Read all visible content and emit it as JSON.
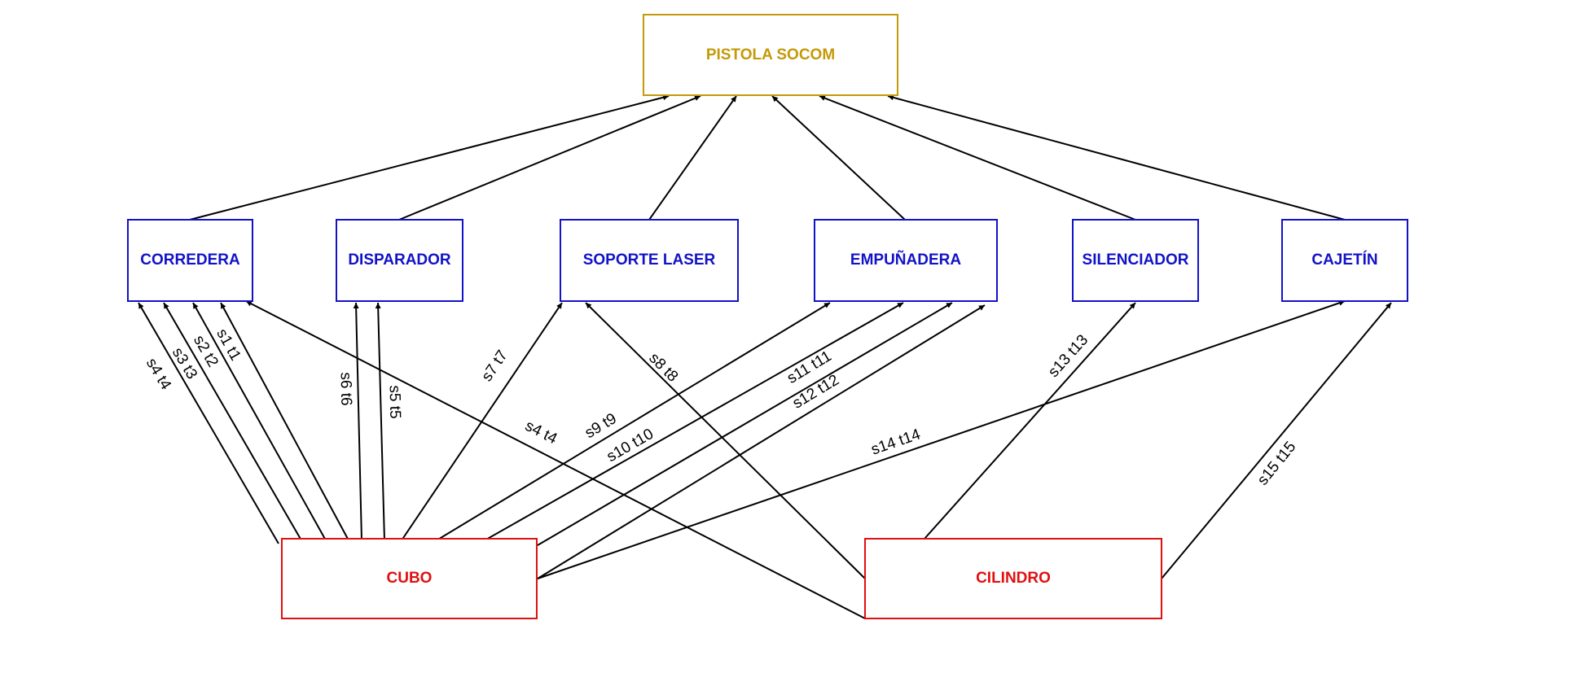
{
  "colors": {
    "root": "#c49a08",
    "part": "#1212c8",
    "primitive": "#e01010",
    "edge": "#000000"
  },
  "nodes": {
    "root": {
      "label": "PISTOLA SOCOM"
    },
    "corredera": {
      "label": "CORREDERA"
    },
    "disparador": {
      "label": "DISPARADOR"
    },
    "soporte_laser": {
      "label": "SOPORTE LASER"
    },
    "empunadera": {
      "label": "EMPUÑADERA"
    },
    "silenciador": {
      "label": "SILENCIADOR"
    },
    "cajetin": {
      "label": "CAJETÍN"
    },
    "cubo": {
      "label": "CUBO"
    },
    "cilindro": {
      "label": "CILINDRO"
    }
  },
  "edges": [
    {
      "from": "CORREDERA",
      "to": "PISTOLA SOCOM"
    },
    {
      "from": "DISPARADOR",
      "to": "PISTOLA SOCOM"
    },
    {
      "from": "SOPORTE LASER",
      "to": "PISTOLA SOCOM"
    },
    {
      "from": "EMPUÑADERA",
      "to": "PISTOLA SOCOM"
    },
    {
      "from": "SILENCIADOR",
      "to": "PISTOLA SOCOM"
    },
    {
      "from": "CAJETÍN",
      "to": "PISTOLA SOCOM"
    },
    {
      "from": "CUBO",
      "to": "CORREDERA",
      "label": "s4 t4"
    },
    {
      "from": "CUBO",
      "to": "CORREDERA",
      "label": "s3 t3"
    },
    {
      "from": "CUBO",
      "to": "CORREDERA",
      "label": "s2 t2"
    },
    {
      "from": "CUBO",
      "to": "CORREDERA",
      "label": "s1 t1"
    },
    {
      "from": "CUBO",
      "to": "DISPARADOR",
      "label": "s6 t6"
    },
    {
      "from": "CUBO",
      "to": "DISPARADOR",
      "label": "s5 t5"
    },
    {
      "from": "CUBO",
      "to": "SOPORTE LASER",
      "label": "s7 t7"
    },
    {
      "from": "CUBO",
      "to": "EMPUÑADERA",
      "label": "s9 t9"
    },
    {
      "from": "CUBO",
      "to": "EMPUÑADERA",
      "label": "s10 t10"
    },
    {
      "from": "CUBO",
      "to": "EMPUÑADERA",
      "label": "s11 t11"
    },
    {
      "from": "CUBO",
      "to": "EMPUÑADERA",
      "label": "s12 t12"
    },
    {
      "from": "CUBO",
      "to": "CAJETÍN",
      "label": "s14 t14"
    },
    {
      "from": "CILINDRO",
      "to": "CORREDERA",
      "label": "s4 t4"
    },
    {
      "from": "CILINDRO",
      "to": "SOPORTE LASER",
      "label": "s8 t8"
    },
    {
      "from": "CILINDRO",
      "to": "SILENCIADOR",
      "label": "s13 t13"
    },
    {
      "from": "CILINDRO",
      "to": "CAJETÍN",
      "label": "s15 t15"
    }
  ]
}
